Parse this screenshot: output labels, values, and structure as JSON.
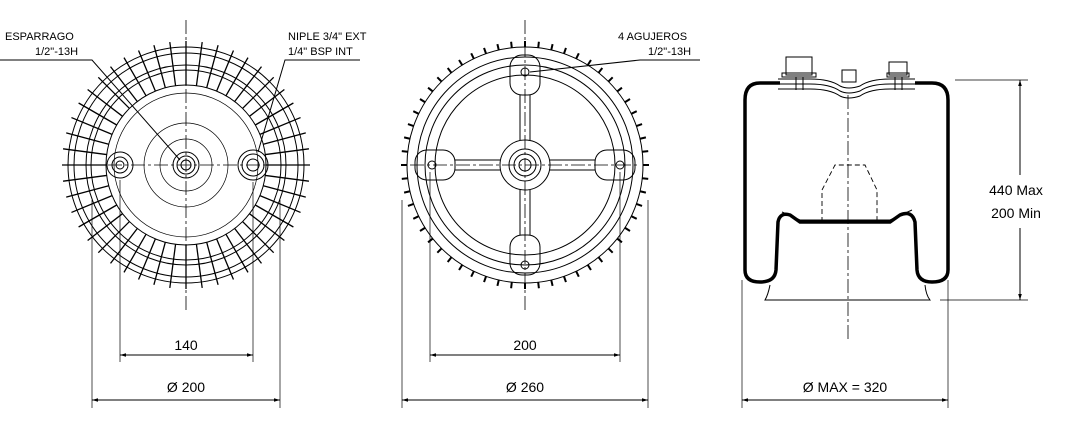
{
  "left_view": {
    "stud_label": "ESPARRAGO",
    "stud_spec": "1/2\"-13H",
    "nipple_label": "NIPLE 3/4\" EXT",
    "nipple_spec": "1/4\" BSP INT",
    "dim_spacing": "140",
    "dim_diameter": "Ø 200"
  },
  "middle_view": {
    "holes_label": "4 AGUJEROS",
    "holes_spec": "1/2\"-13H",
    "dim_spacing": "200",
    "dim_diameter": "Ø 260"
  },
  "side_view": {
    "height_max": "440 Max",
    "height_min": "200 Min",
    "dim_diameter": "Ø MAX = 320"
  }
}
